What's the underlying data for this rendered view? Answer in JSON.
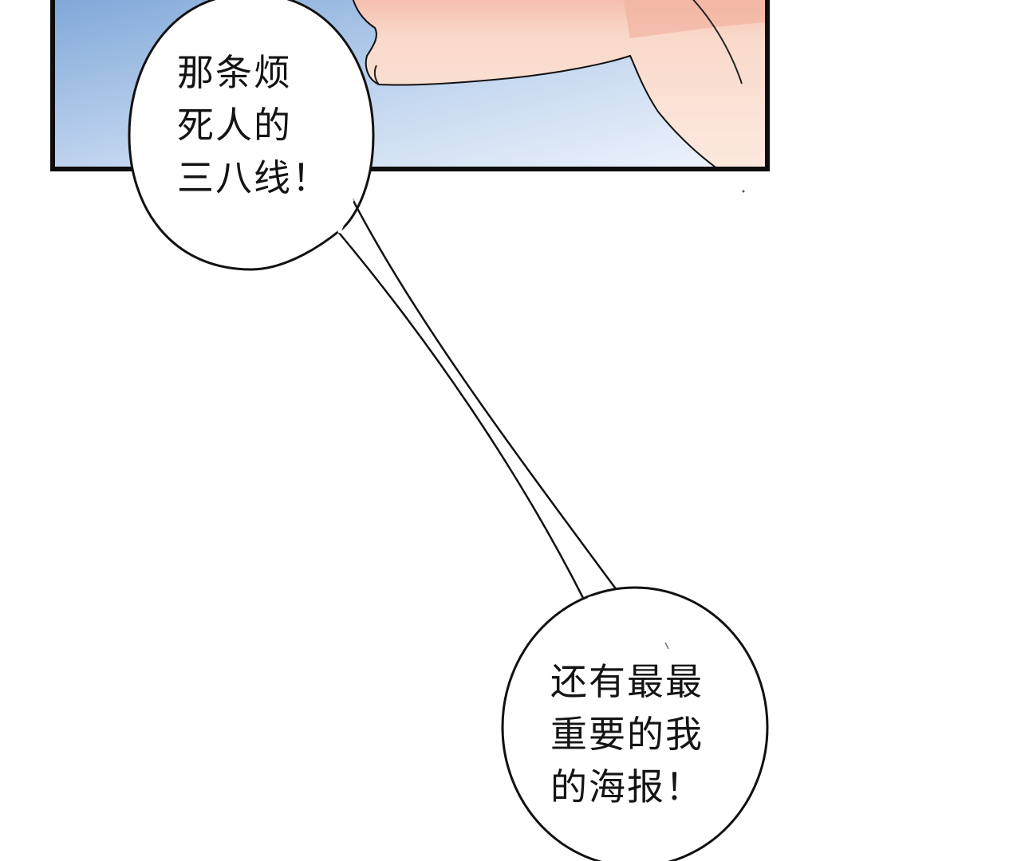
{
  "bubbles": [
    {
      "lines": [
        "那条烦",
        "死人的",
        "三八线！"
      ]
    },
    {
      "lines": [
        "还有最最",
        "重要的我",
        "的海报！"
      ]
    }
  ],
  "colors": {
    "sky_top": "#7ea6d8",
    "sky_bottom": "#eef3fb",
    "skin": "#f7d5c6",
    "skin_highlight": "#f2b8a6",
    "ink": "#111111",
    "page": "#ffffff"
  }
}
